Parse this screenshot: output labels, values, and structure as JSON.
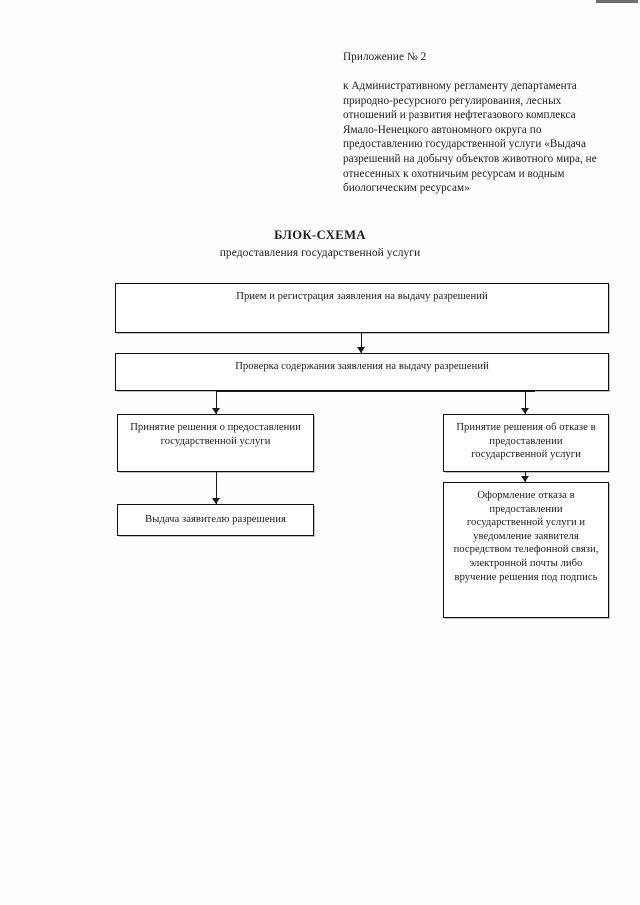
{
  "document": {
    "appendix_label": "Приложение № 2",
    "regulation_reference": "к Административному регламенту департамента природно-ресурсного регулирования, лесных отношений и развития нефтегазового комплекса Ямало-Ненецкого автономного округа по предоставлению государственной услуги «Выдача разрешений на добычу объектов животного мира, не отнесенных к охотничьим ресурсам и водным биологическим ресурсам»",
    "scheme_title": "БЛОК-СХЕМА",
    "scheme_subtitle": "предоставления государственной услуги"
  },
  "flowchart": {
    "nodes": [
      {
        "id": "intake",
        "text": "Прием и регистрация заявления на выдачу разрешений"
      },
      {
        "id": "review",
        "text": "Проверка содержания заявления на выдачу разрешений"
      },
      {
        "id": "approve",
        "text": "Принятие решения о предоставлении  государственной услуги"
      },
      {
        "id": "issue",
        "text": "Выдача заявителю разрешения"
      },
      {
        "id": "refuse",
        "text": "Принятие решения об отказе в предоставлении государственной услуги"
      },
      {
        "id": "formal",
        "text": "Оформление отказа в предоставлении государственной услуги и уведомление заявителя посредством телефонной связи, электронной почты либо вручение решения под подпись"
      }
    ]
  },
  "colors": {
    "page_background": "#fefefe",
    "text": "#1a1a1a",
    "node_border": "#111111",
    "connector": "#1a1a1a"
  }
}
